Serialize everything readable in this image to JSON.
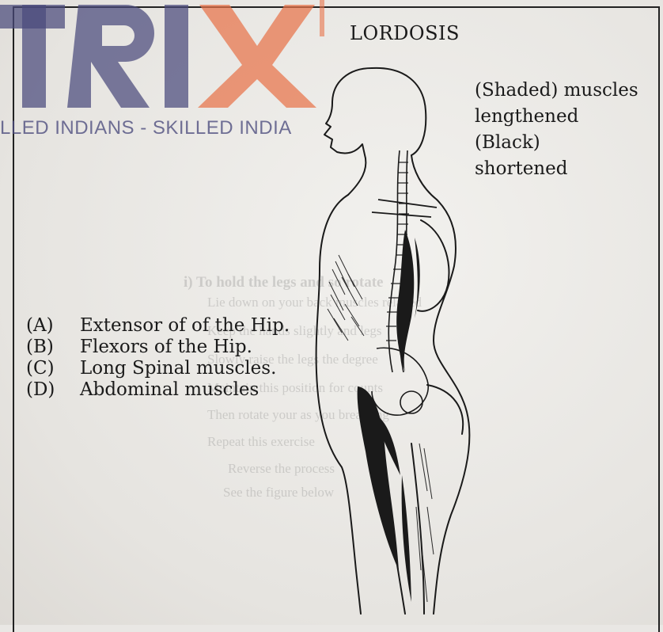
{
  "logo": {
    "text": "TRIX",
    "tagline": "LLED INDIANS - SKILLED INDIA",
    "colors": {
      "main": "#4a4a7c",
      "accent": "#e8734a"
    }
  },
  "title": "LORDOSIS",
  "legend_note": [
    "(Shaded) muscles",
    "lengthened",
    "(Black)",
    "shortened"
  ],
  "options": [
    {
      "key": "(A)",
      "text": "Extensor of of the Hip."
    },
    {
      "key": "(B)",
      "text": "Flexors of the Hip."
    },
    {
      "key": "(C)",
      "text": "Long Spinal muscles."
    },
    {
      "key": "(D)",
      "text": "Abdominal muscles"
    }
  ],
  "ghost_text": {
    "heading": "i) To hold the legs       and so rotate",
    "lines": [
      "Lie down on your back          muscles relaxed",
      "Keep the hands slightly      and legs",
      "Slowly raise the legs   the degree",
      "Maintain this position for   counts",
      "Then rotate your      as you  breathing",
      "Repeat this exercise",
      "Reverse the process",
      "See the figure below"
    ]
  }
}
